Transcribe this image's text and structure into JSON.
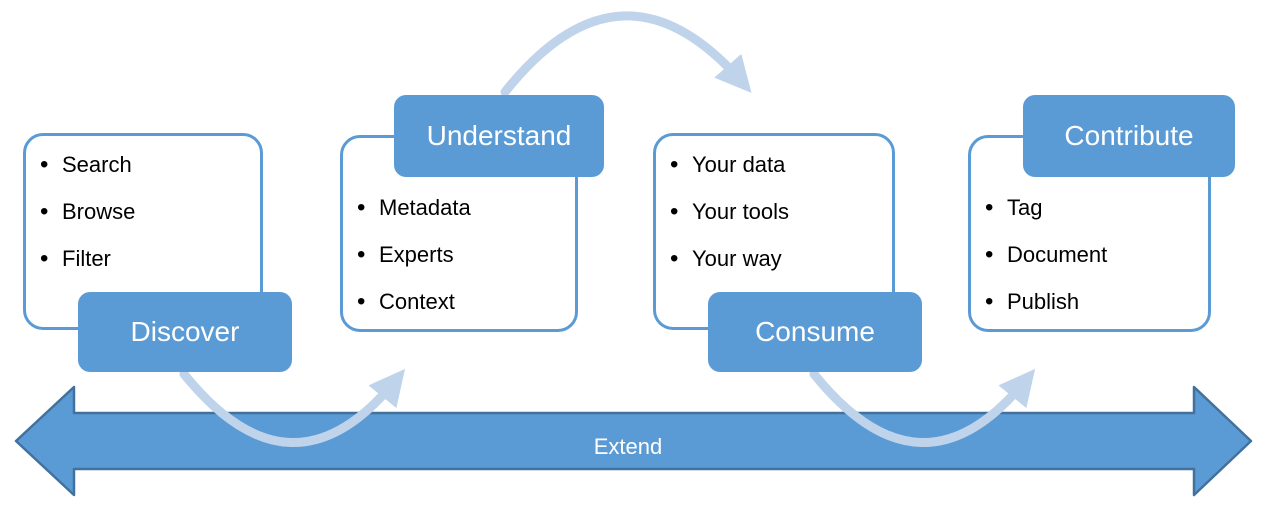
{
  "diagram": {
    "bullet_glyph": "•",
    "stages": [
      {
        "label": "Discover",
        "label_position": "bottom",
        "items": [
          "Search",
          "Browse",
          "Filter"
        ]
      },
      {
        "label": "Understand",
        "label_position": "top",
        "items": [
          "Metadata",
          "Experts",
          "Context"
        ]
      },
      {
        "label": "Consume",
        "label_position": "bottom",
        "items": [
          "Your data",
          "Your tools",
          "Your way"
        ]
      },
      {
        "label": "Contribute",
        "label_position": "top",
        "items": [
          "Tag",
          "Document",
          "Publish"
        ]
      }
    ],
    "extend_arrow_label": "Extend",
    "colors": {
      "accent_blue": "#5b9bd5",
      "arrow_border": "#41719c",
      "arc_light_blue": "#bfd3eb",
      "box_border": "#5b9bd5",
      "item_text": "#000000",
      "label_text": "#ffffff"
    }
  }
}
